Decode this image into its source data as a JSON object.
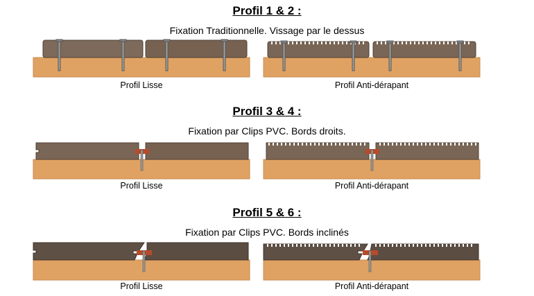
{
  "sections": [
    {
      "title": "Profil 1 & 2 :",
      "subtitle": "Fixation Traditionnelle. Vissage par le dessus",
      "left_caption": "Profil Lisse",
      "right_caption": "Profil Anti-dérapant"
    },
    {
      "title": "Profil 3 & 4 :",
      "subtitle": "Fixation par Clips PVC. Bords droits.",
      "left_caption": "Profil Lisse",
      "right_caption": "Profil Anti-dérapant"
    },
    {
      "title": "Profil 5 & 6 :",
      "subtitle": "Fixation par Clips PVC. Bords inclinés",
      "left_caption": "Profil Lisse",
      "right_caption": "Profil Anti-dérapant"
    }
  ],
  "colors": {
    "joist": "#e0a262",
    "joist_edge": "#c98a4c",
    "board": "#7a6656",
    "board_edge": "#4f4036",
    "clip": "#b64b2a",
    "screw": "#9a9a9a"
  }
}
